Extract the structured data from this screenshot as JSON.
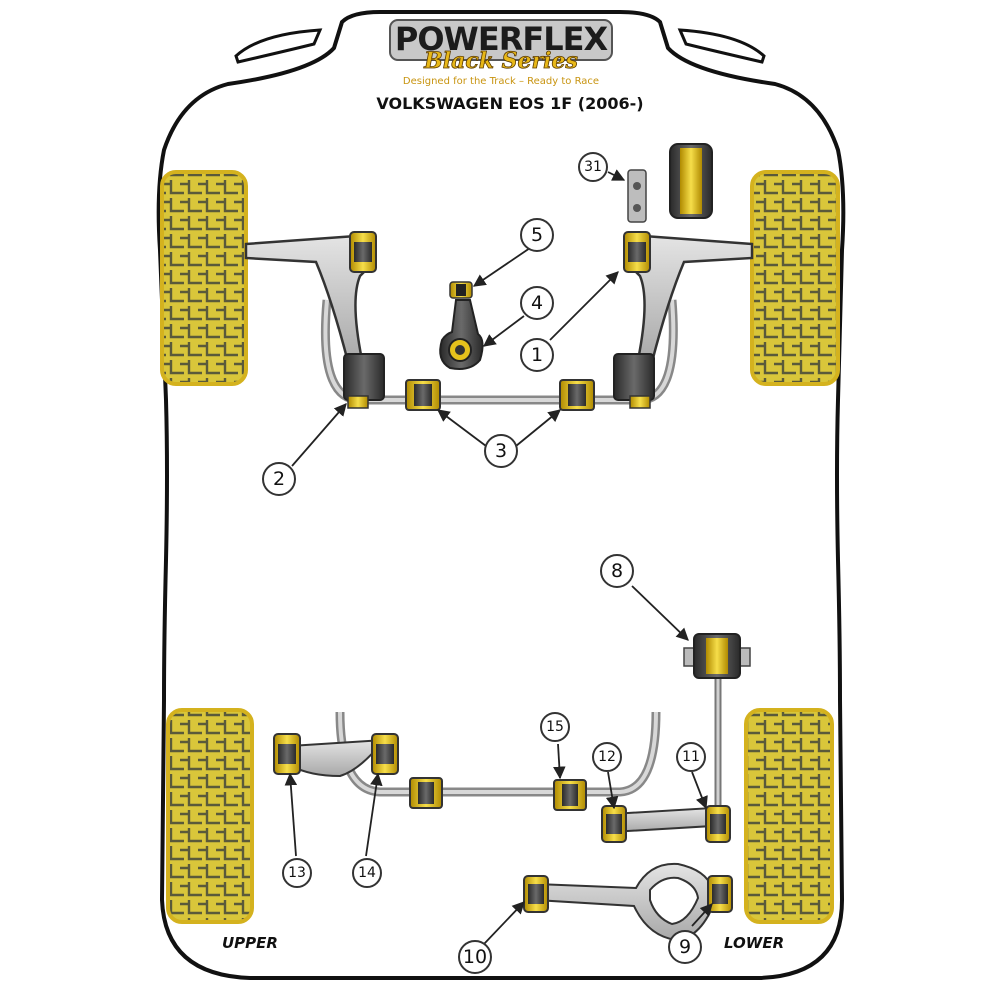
{
  "brand": {
    "name": "POWERFLEX",
    "series": "Black Series",
    "tagline": "Designed for the Track – Ready to Race"
  },
  "vehicle_title": "VOLKSWAGEN EOS 1F (2006-)",
  "labels": {
    "upper": "UPPER",
    "lower": "LOWER"
  },
  "callouts": [
    "1",
    "2",
    "3",
    "4",
    "5",
    "8",
    "9",
    "10",
    "11",
    "12",
    "13",
    "14",
    "15",
    "31"
  ],
  "colors": {
    "outline": "#111111",
    "tyre": "#d9c63a",
    "arm": "#c8c8c8",
    "bush_yellow": "#e6c21c",
    "bush_dark": "#3a3a3a"
  }
}
